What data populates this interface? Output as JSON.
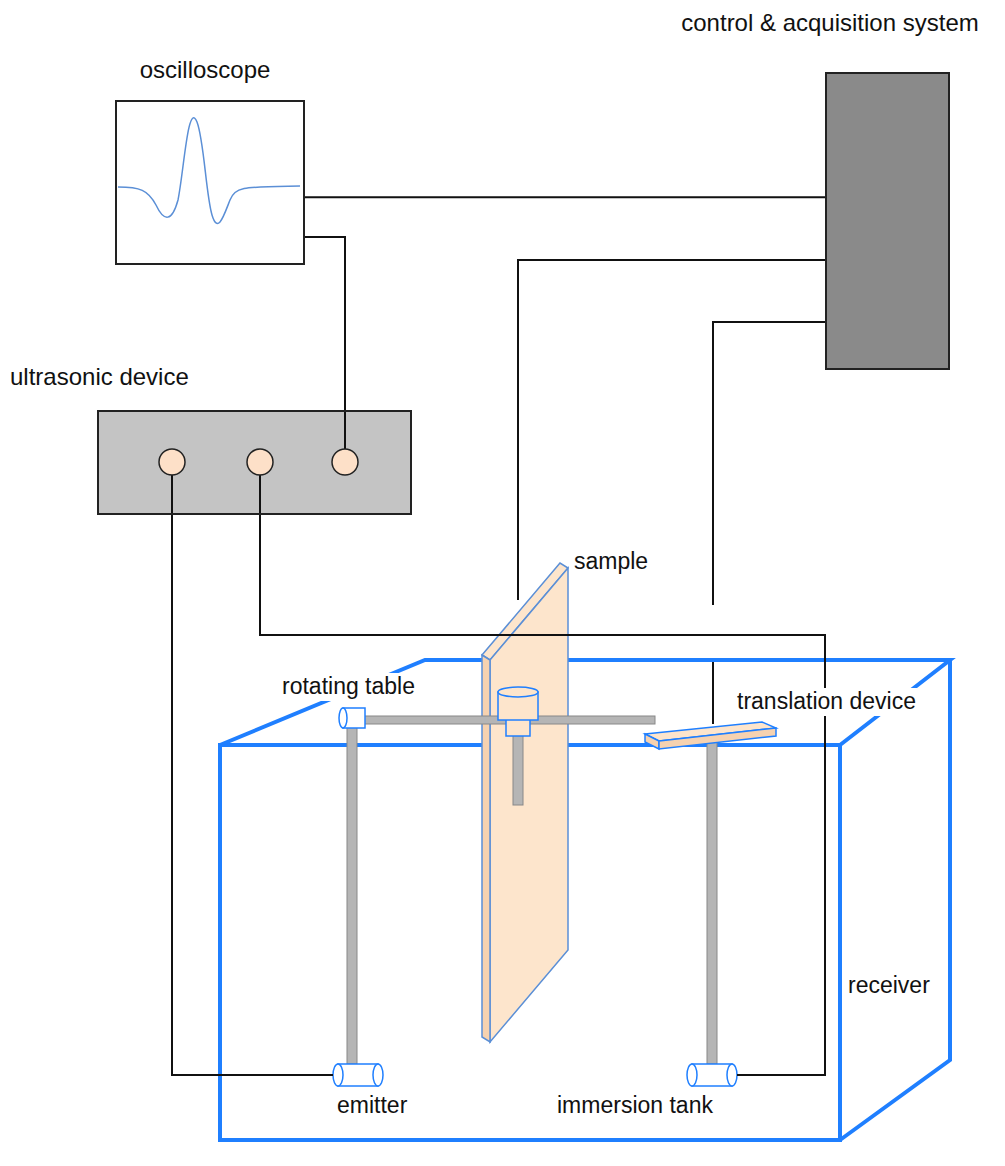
{
  "diagram": {
    "nodes": [
      {
        "text": [
          "oscilloscope"
        ]
      },
      {
        "text": [
          "control & acquisition system"
        ]
      },
      {
        "text": [
          "ultrasonic device"
        ]
      }
    ],
    "edges": [
      {
        "from": 0,
        "to": 1,
        "arrow": "none"
      },
      {
        "from": 0,
        "to": 2,
        "arrow": "none"
      }
    ],
    "labels": [
      "rotating table",
      "translation device",
      "sample",
      "receiver",
      "emitter",
      "immersion tank"
    ]
  }
}
